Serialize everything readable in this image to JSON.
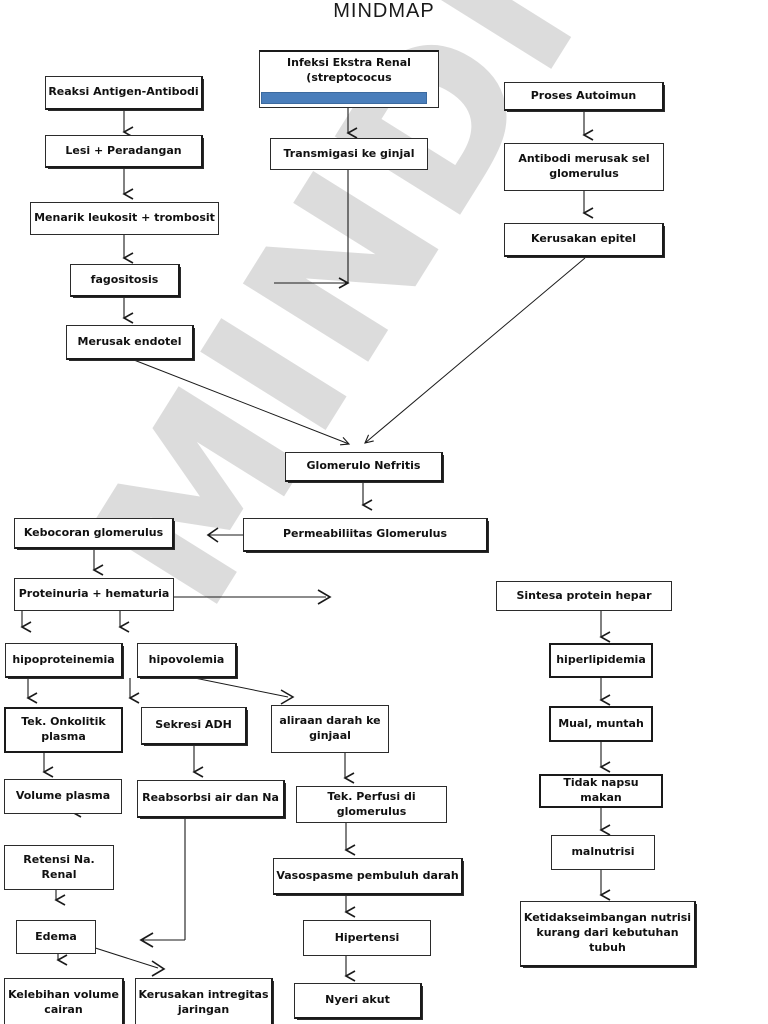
{
  "title": "MINDMAP",
  "watermark": {
    "text": "MINDMAP",
    "color": "#dcdcdc"
  },
  "colors": {
    "box_border": "#2b2b2b",
    "text": "#111111",
    "accent_bar": "#4a7ebb",
    "background": "#ffffff"
  },
  "nodes": [
    {
      "id": "reaksi",
      "label": "Reaksi Antigen-Antibodi"
    },
    {
      "id": "lesi",
      "label": "Lesi + Peradangan"
    },
    {
      "id": "menarik",
      "label": "Menarik leukosit + trombosit"
    },
    {
      "id": "fagositosis",
      "label": "fagositosis"
    },
    {
      "id": "merusak-endotel",
      "label": "Merusak endotel"
    },
    {
      "id": "infeksi",
      "label": "Infeksi Ekstra Renal (streptococus"
    },
    {
      "id": "transmigasi",
      "label": "Transmigasi ke ginjal"
    },
    {
      "id": "autoimun",
      "label": "Proses Autoimun"
    },
    {
      "id": "antibodi",
      "label": "Antibodi merusak sel glomerulus"
    },
    {
      "id": "kerusakan-epitel",
      "label": "Kerusakan epitel"
    },
    {
      "id": "glomerulo",
      "label": "Glomerulo Nefritis"
    },
    {
      "id": "permeabilitas",
      "label": "Permeabiliitas Glomerulus"
    },
    {
      "id": "kebocoran",
      "label": "Kebocoran glomerulus"
    },
    {
      "id": "proteinuria",
      "label": "Proteinuria + hematuria"
    },
    {
      "id": "hipoproteinemia",
      "label": "hipoproteinemia"
    },
    {
      "id": "hipovolemia",
      "label": "hipovolemia"
    },
    {
      "id": "onkolitik",
      "label": "Tek. Onkolitik plasma"
    },
    {
      "id": "sekresi-adh",
      "label": "Sekresi ADH"
    },
    {
      "id": "aliran-darah",
      "label": "aliraan darah ke ginjaal"
    },
    {
      "id": "volume-plasma",
      "label": "Volume plasma"
    },
    {
      "id": "reabsorbsi",
      "label": "Reabsorbsi air dan Na"
    },
    {
      "id": "perfusi",
      "label": "Tek. Perfusi di glomerulus"
    },
    {
      "id": "retensi",
      "label": "Retensi Na. Renal"
    },
    {
      "id": "vasospasme",
      "label": "Vasospasme pembuluh darah"
    },
    {
      "id": "edema",
      "label": "Edema"
    },
    {
      "id": "hipertensi",
      "label": "Hipertensi"
    },
    {
      "id": "kelebihan-volume",
      "label": "Kelebihan volume cairan"
    },
    {
      "id": "kerusakan-jaringan",
      "label": "Kerusakan intregitas jaringan"
    },
    {
      "id": "nyeri-akut",
      "label": "Nyeri akut"
    },
    {
      "id": "sintesa",
      "label": "Sintesa protein hepar"
    },
    {
      "id": "hiperlipidemia",
      "label": "hiperlipidemia"
    },
    {
      "id": "mual",
      "label": "Mual, muntah"
    },
    {
      "id": "tidak-napsu",
      "label": "Tidak napsu makan"
    },
    {
      "id": "malnutrisi",
      "label": "malnutrisi"
    },
    {
      "id": "ketidakseimbangan",
      "label": "Ketidakseimbangan nutrisi kurang dari kebutuhan tubuh"
    }
  ],
  "edges": [
    {
      "from": "reaksi",
      "to": "lesi"
    },
    {
      "from": "lesi",
      "to": "menarik"
    },
    {
      "from": "menarik",
      "to": "fagositosis"
    },
    {
      "from": "fagositosis",
      "to": "merusak-endotel"
    },
    {
      "from": "merusak-endotel",
      "to": "glomerulo"
    },
    {
      "from": "infeksi",
      "to": "transmigasi"
    },
    {
      "from": "transmigasi",
      "to": "left-branch"
    },
    {
      "from": "autoimun",
      "to": "antibodi"
    },
    {
      "from": "antibodi",
      "to": "kerusakan-epitel"
    },
    {
      "from": "kerusakan-epitel",
      "to": "glomerulo"
    },
    {
      "from": "glomerulo",
      "to": "permeabilitas"
    },
    {
      "from": "permeabilitas",
      "to": "kebocoran"
    },
    {
      "from": "kebocoran",
      "to": "proteinuria"
    },
    {
      "from": "proteinuria",
      "to": "hipoproteinemia"
    },
    {
      "from": "proteinuria",
      "to": "hipovolemia"
    },
    {
      "from": "proteinuria",
      "to": "sintesa"
    },
    {
      "from": "hipoproteinemia",
      "to": "onkolitik"
    },
    {
      "from": "hipovolemia",
      "to": "sekresi-adh"
    },
    {
      "from": "hipovolemia",
      "to": "aliran-darah"
    },
    {
      "from": "onkolitik",
      "to": "volume-plasma"
    },
    {
      "from": "sekresi-adh",
      "to": "reabsorbsi"
    },
    {
      "from": "aliran-darah",
      "to": "perfusi"
    },
    {
      "from": "volume-plasma",
      "to": "retensi"
    },
    {
      "from": "reabsorbsi",
      "to": "edema"
    },
    {
      "from": "perfusi",
      "to": "vasospasme"
    },
    {
      "from": "retensi",
      "to": "edema"
    },
    {
      "from": "vasospasme",
      "to": "hipertensi"
    },
    {
      "from": "edema",
      "to": "kelebihan-volume"
    },
    {
      "from": "edema",
      "to": "kerusakan-jaringan"
    },
    {
      "from": "hipertensi",
      "to": "nyeri-akut"
    },
    {
      "from": "sintesa",
      "to": "hiperlipidemia"
    },
    {
      "from": "hiperlipidemia",
      "to": "mual"
    },
    {
      "from": "mual",
      "to": "tidak-napsu"
    },
    {
      "from": "tidak-napsu",
      "to": "malnutrisi"
    },
    {
      "from": "malnutrisi",
      "to": "ketidakseimbangan"
    }
  ]
}
